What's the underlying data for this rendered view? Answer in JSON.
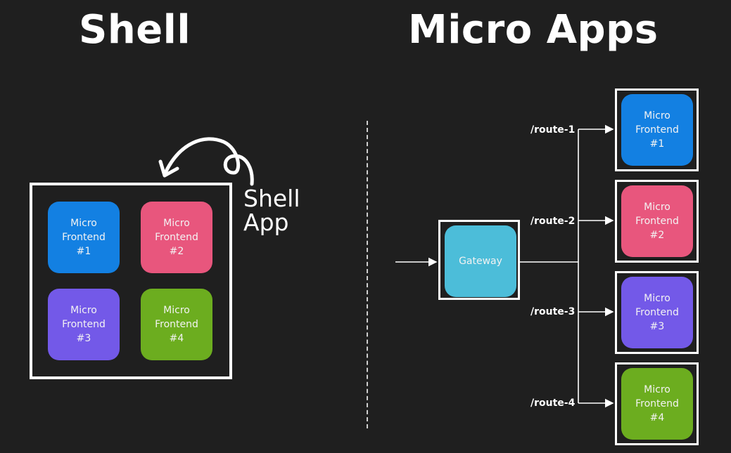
{
  "titles": {
    "left": "Shell",
    "right": "Micro Apps"
  },
  "shell": {
    "label_line1": "Shell",
    "label_line2": "App",
    "tiles": [
      {
        "l1": "Micro",
        "l2": "Frontend",
        "l3": "#1",
        "color": "#1380e2"
      },
      {
        "l1": "Micro",
        "l2": "Frontend",
        "l3": "#2",
        "color": "#e8567d"
      },
      {
        "l1": "Micro",
        "l2": "Frontend",
        "l3": "#3",
        "color": "#7359e8"
      },
      {
        "l1": "Micro",
        "l2": "Frontend",
        "l3": "#4",
        "color": "#6cad1f"
      }
    ]
  },
  "micro": {
    "gateway": {
      "label": "Gateway",
      "color": "#4cbdd9"
    },
    "routes": [
      {
        "path": "/route-1",
        "l1": "Micro",
        "l2": "Frontend",
        "l3": "#1",
        "color": "#1380e2"
      },
      {
        "path": "/route-2",
        "l1": "Micro",
        "l2": "Frontend",
        "l3": "#2",
        "color": "#e8567d"
      },
      {
        "path": "/route-3",
        "l1": "Micro",
        "l2": "Frontend",
        "l3": "#3",
        "color": "#7359e8"
      },
      {
        "path": "/route-4",
        "l1": "Micro",
        "l2": "Frontend",
        "l3": "#4",
        "color": "#6cad1f"
      }
    ]
  }
}
